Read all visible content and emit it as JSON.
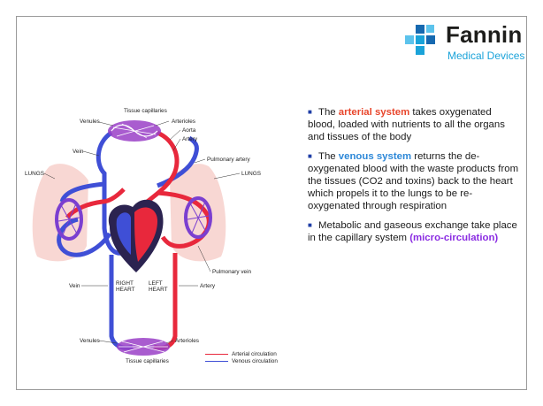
{
  "logo": {
    "name": "Fannin",
    "subtitle": "Medical Devices",
    "colors": {
      "blue": "#1aa3d9",
      "dark_blue": "#1669b0",
      "text": "#1d1d1b"
    }
  },
  "diagram": {
    "labels": {
      "tissue_capillaries_top": "Tissue capillaries",
      "venules_top": "Venules",
      "arterioles_top": "Arterioles",
      "aorta": "Aorta",
      "artery_top": "Artery",
      "vein_top": "Vein",
      "pulmonary_artery": "Pulmonary artery",
      "lungs_left": "LUNGS",
      "lungs_right": "LUNGS",
      "right_heart_1": "RIGHT",
      "right_heart_2": "HEART",
      "left_heart_1": "LEFT",
      "left_heart_2": "HEART",
      "pulmonary_vein": "Pulmonary vein",
      "vein_bottom": "Vein",
      "artery_bottom": "Artery",
      "venules_bottom": "Venules",
      "arterioles_bottom": "Arterioles",
      "tissue_capillaries_bottom": "Tissue capillaries"
    },
    "legend": {
      "arterial": "Arterial circulation",
      "venous": "Venous circulation"
    },
    "colors": {
      "arterial": "#e8283c",
      "venous": "#3f4fd6",
      "lung": "#f6c9c4"
    }
  },
  "bullets": [
    {
      "before": "The ",
      "term": "arterial system",
      "term_style": "red",
      "after": " takes oxygenated blood, loaded with nutrients to all the organs and tissues of the body"
    },
    {
      "before": "The ",
      "term": "venous system",
      "term_style": "blue",
      "after": " returns the de-oxygenated blood with the waste products from the tissues (CO2  and toxins) back to the heart which propels it to the lungs to be re-oxygenated through respiration"
    },
    {
      "before": "Metabolic and gaseous exchange take place in the capillary system ",
      "term": "(micro-circulation)",
      "term_style": "purple",
      "after": ""
    }
  ]
}
